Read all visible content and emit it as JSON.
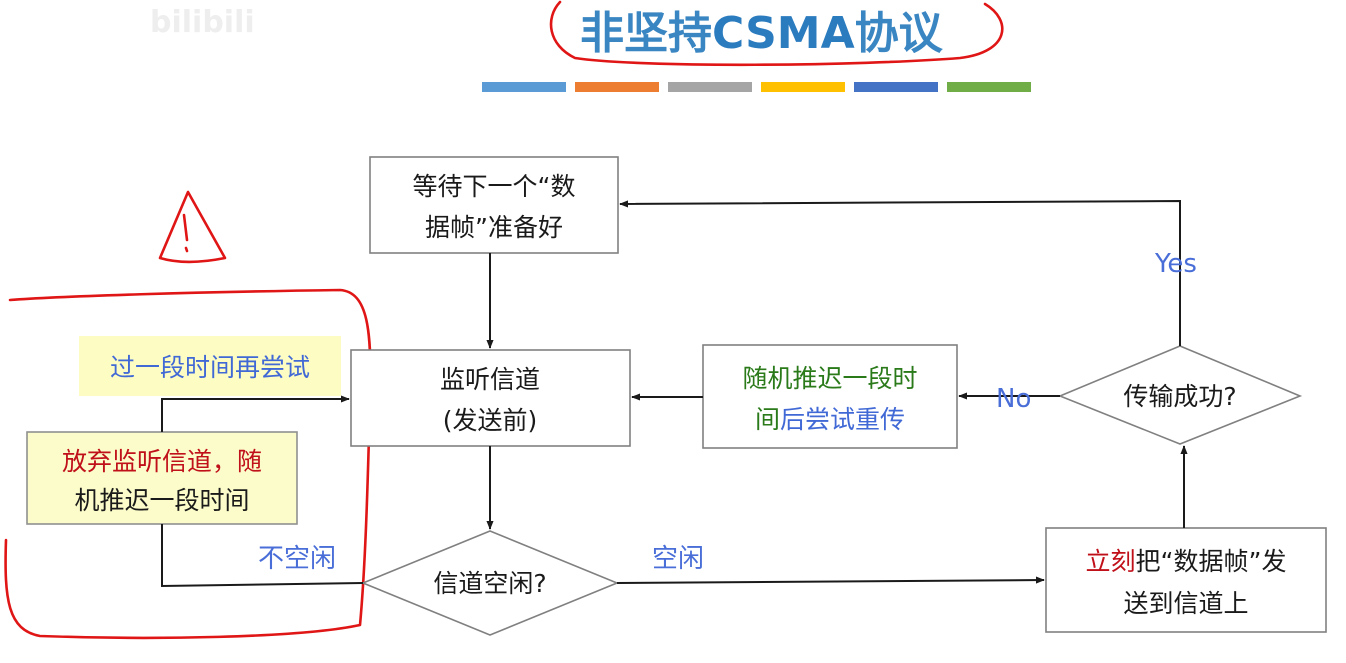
{
  "title": {
    "cn_part1": "非坚持",
    "en_part": "CSMA",
    "cn_part2": "协议"
  },
  "watermark": "bilibili",
  "color_bar": [
    "#5b9bd5",
    "#ed7d31",
    "#a5a5a5",
    "#ffc000",
    "#4472c4",
    "#70ad47"
  ],
  "nodes": {
    "wait_ready": {
      "line1": "等待下一个“数",
      "line2": "据帧”准备好"
    },
    "listen": {
      "line1": "监听信道",
      "line2": "(发送前)"
    },
    "idle_check": {
      "text": "信道空闲?"
    },
    "send": {
      "line1_red": "立刻",
      "line1_rest": "把“数据帧”发",
      "line2": "送到信道上"
    },
    "success_check": {
      "text": "传输成功?"
    },
    "backoff": {
      "line1": "随机推迟一段时",
      "line2_green": "间",
      "line2_blue": "后尝试重传"
    },
    "giveup": {
      "line1": "放弃监听信道，随",
      "line2": "机推迟一段时间"
    },
    "retry_note": {
      "text": "过一段时间再尝试"
    }
  },
  "edge_labels": {
    "yes": "Yes",
    "no": "No",
    "idle": "空闲",
    "busy": "不空闲"
  }
}
